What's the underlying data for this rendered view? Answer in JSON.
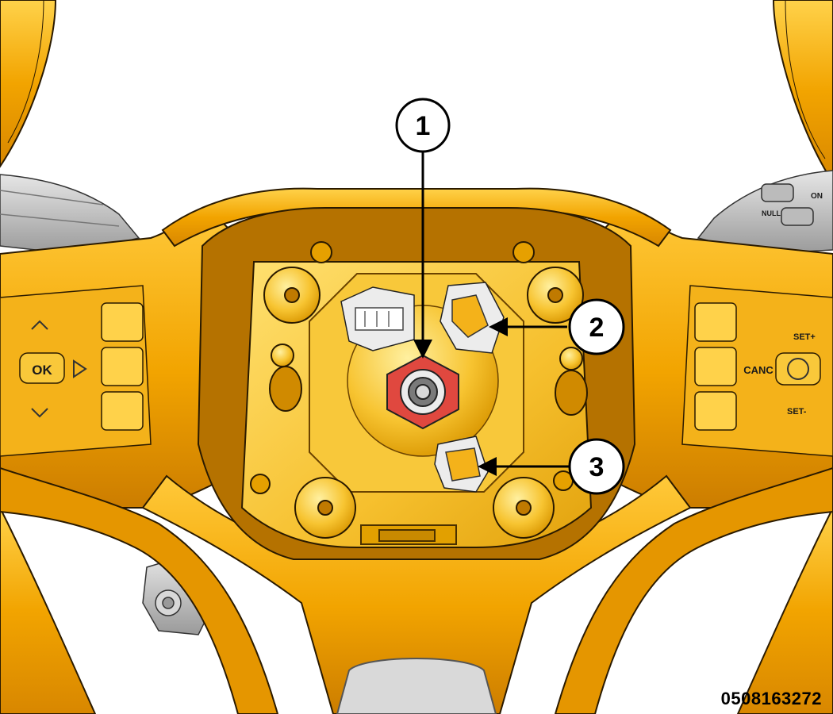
{
  "callouts": [
    {
      "number": "1",
      "target": "steering-wheel-retaining-nut"
    },
    {
      "number": "2",
      "target": "clockspring-connector-upper"
    },
    {
      "number": "3",
      "target": "clockspring-connector-lower"
    }
  ],
  "left_controls": {
    "ok_label": "OK"
  },
  "right_controls": {
    "canc_label": "CANC",
    "set_plus_label": "SET+",
    "set_minus_label": "SET-",
    "on_label": "ON",
    "null_label": "NULL"
  },
  "figure_id": "0508163272",
  "colors": {
    "wheel_base": "#f2a400",
    "wheel_light": "#ffd24a",
    "wheel_dark": "#c77800",
    "hub_base": "#f6c02e",
    "hub_light": "#ffe070",
    "nut_red": "#e0483f",
    "line": "#2a1a00",
    "stalk_gray": "#c8c8c8",
    "connector_white": "#ececec"
  }
}
